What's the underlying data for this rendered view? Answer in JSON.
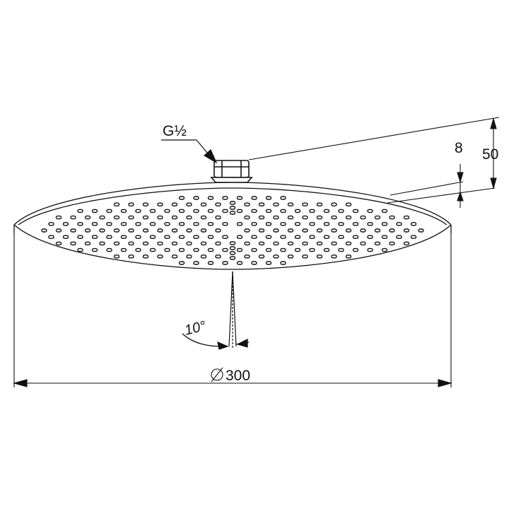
{
  "drawing": {
    "thread_label": "G½",
    "dim_thickness": "8",
    "dim_height": "50",
    "dim_angle": "10°",
    "dim_diameter": "300"
  },
  "colors": {
    "line": "#111111",
    "background": "#ffffff"
  }
}
